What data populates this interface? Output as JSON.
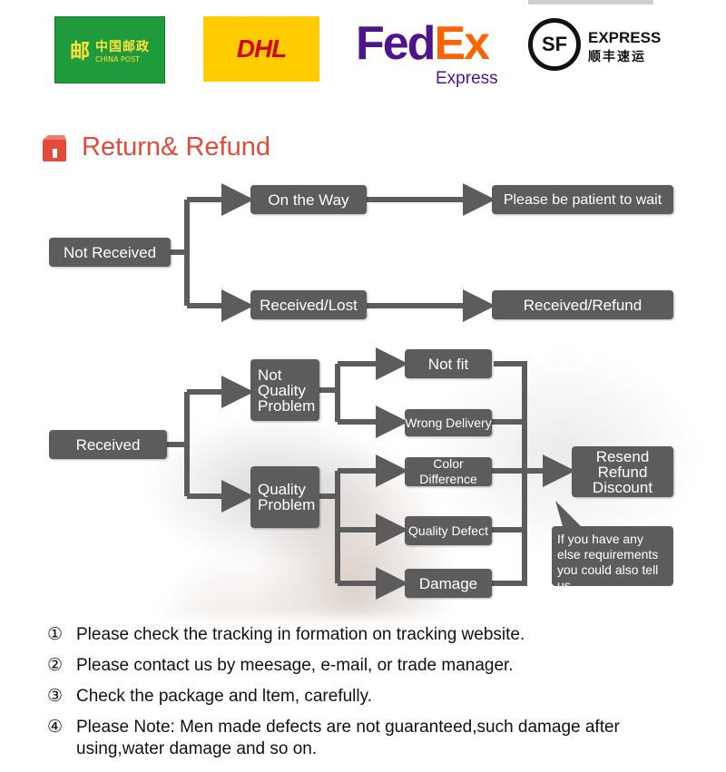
{
  "logos": {
    "china_post": {
      "chinese": "中国邮政",
      "english": "CHINA POST"
    },
    "dhl": {
      "text": "DHL"
    },
    "fedex": {
      "fed": "Fed",
      "ex": "Ex",
      "sub": "Express"
    },
    "sf": {
      "mark": "SF",
      "express": "EXPRESS",
      "chinese": "顺丰速运"
    }
  },
  "section": {
    "title": "Return& Refund"
  },
  "flow": {
    "not_received": "Not Received",
    "on_the_way": "On the Way",
    "be_patient": "Please be patient to wait",
    "received_lost": "Received/Lost",
    "received_refund": "Received/Refund",
    "received": "Received",
    "not_quality_problem": "Not\nQuality\nProblem",
    "quality_problem": "Quality\nProblem",
    "not_fit": "Not fit",
    "wrong_delivery": "Wrong Delivery",
    "color_difference": "Color Difference",
    "quality_defect": "Quality Defect",
    "damage": "Damage",
    "outcomes": "Resend\nRefund\nDiscount",
    "note": "If you have any else requirements you could also tell us"
  },
  "steps": [
    {
      "num": "①",
      "text": "Please check the tracking in formation on tracking website."
    },
    {
      "num": "②",
      "text": "Please contact us by meesage, e-mail, or trade manager."
    },
    {
      "num": "③",
      "text": "Check the package and ltem, carefully."
    },
    {
      "num": "④",
      "text": "Please Note: Men made defects  are not guaranteed,such damage after using,water damage and so on."
    }
  ],
  "colors": {
    "accent": "#e04b3c",
    "node": "#5c5c5c",
    "arrow": "#5c5c5c"
  }
}
